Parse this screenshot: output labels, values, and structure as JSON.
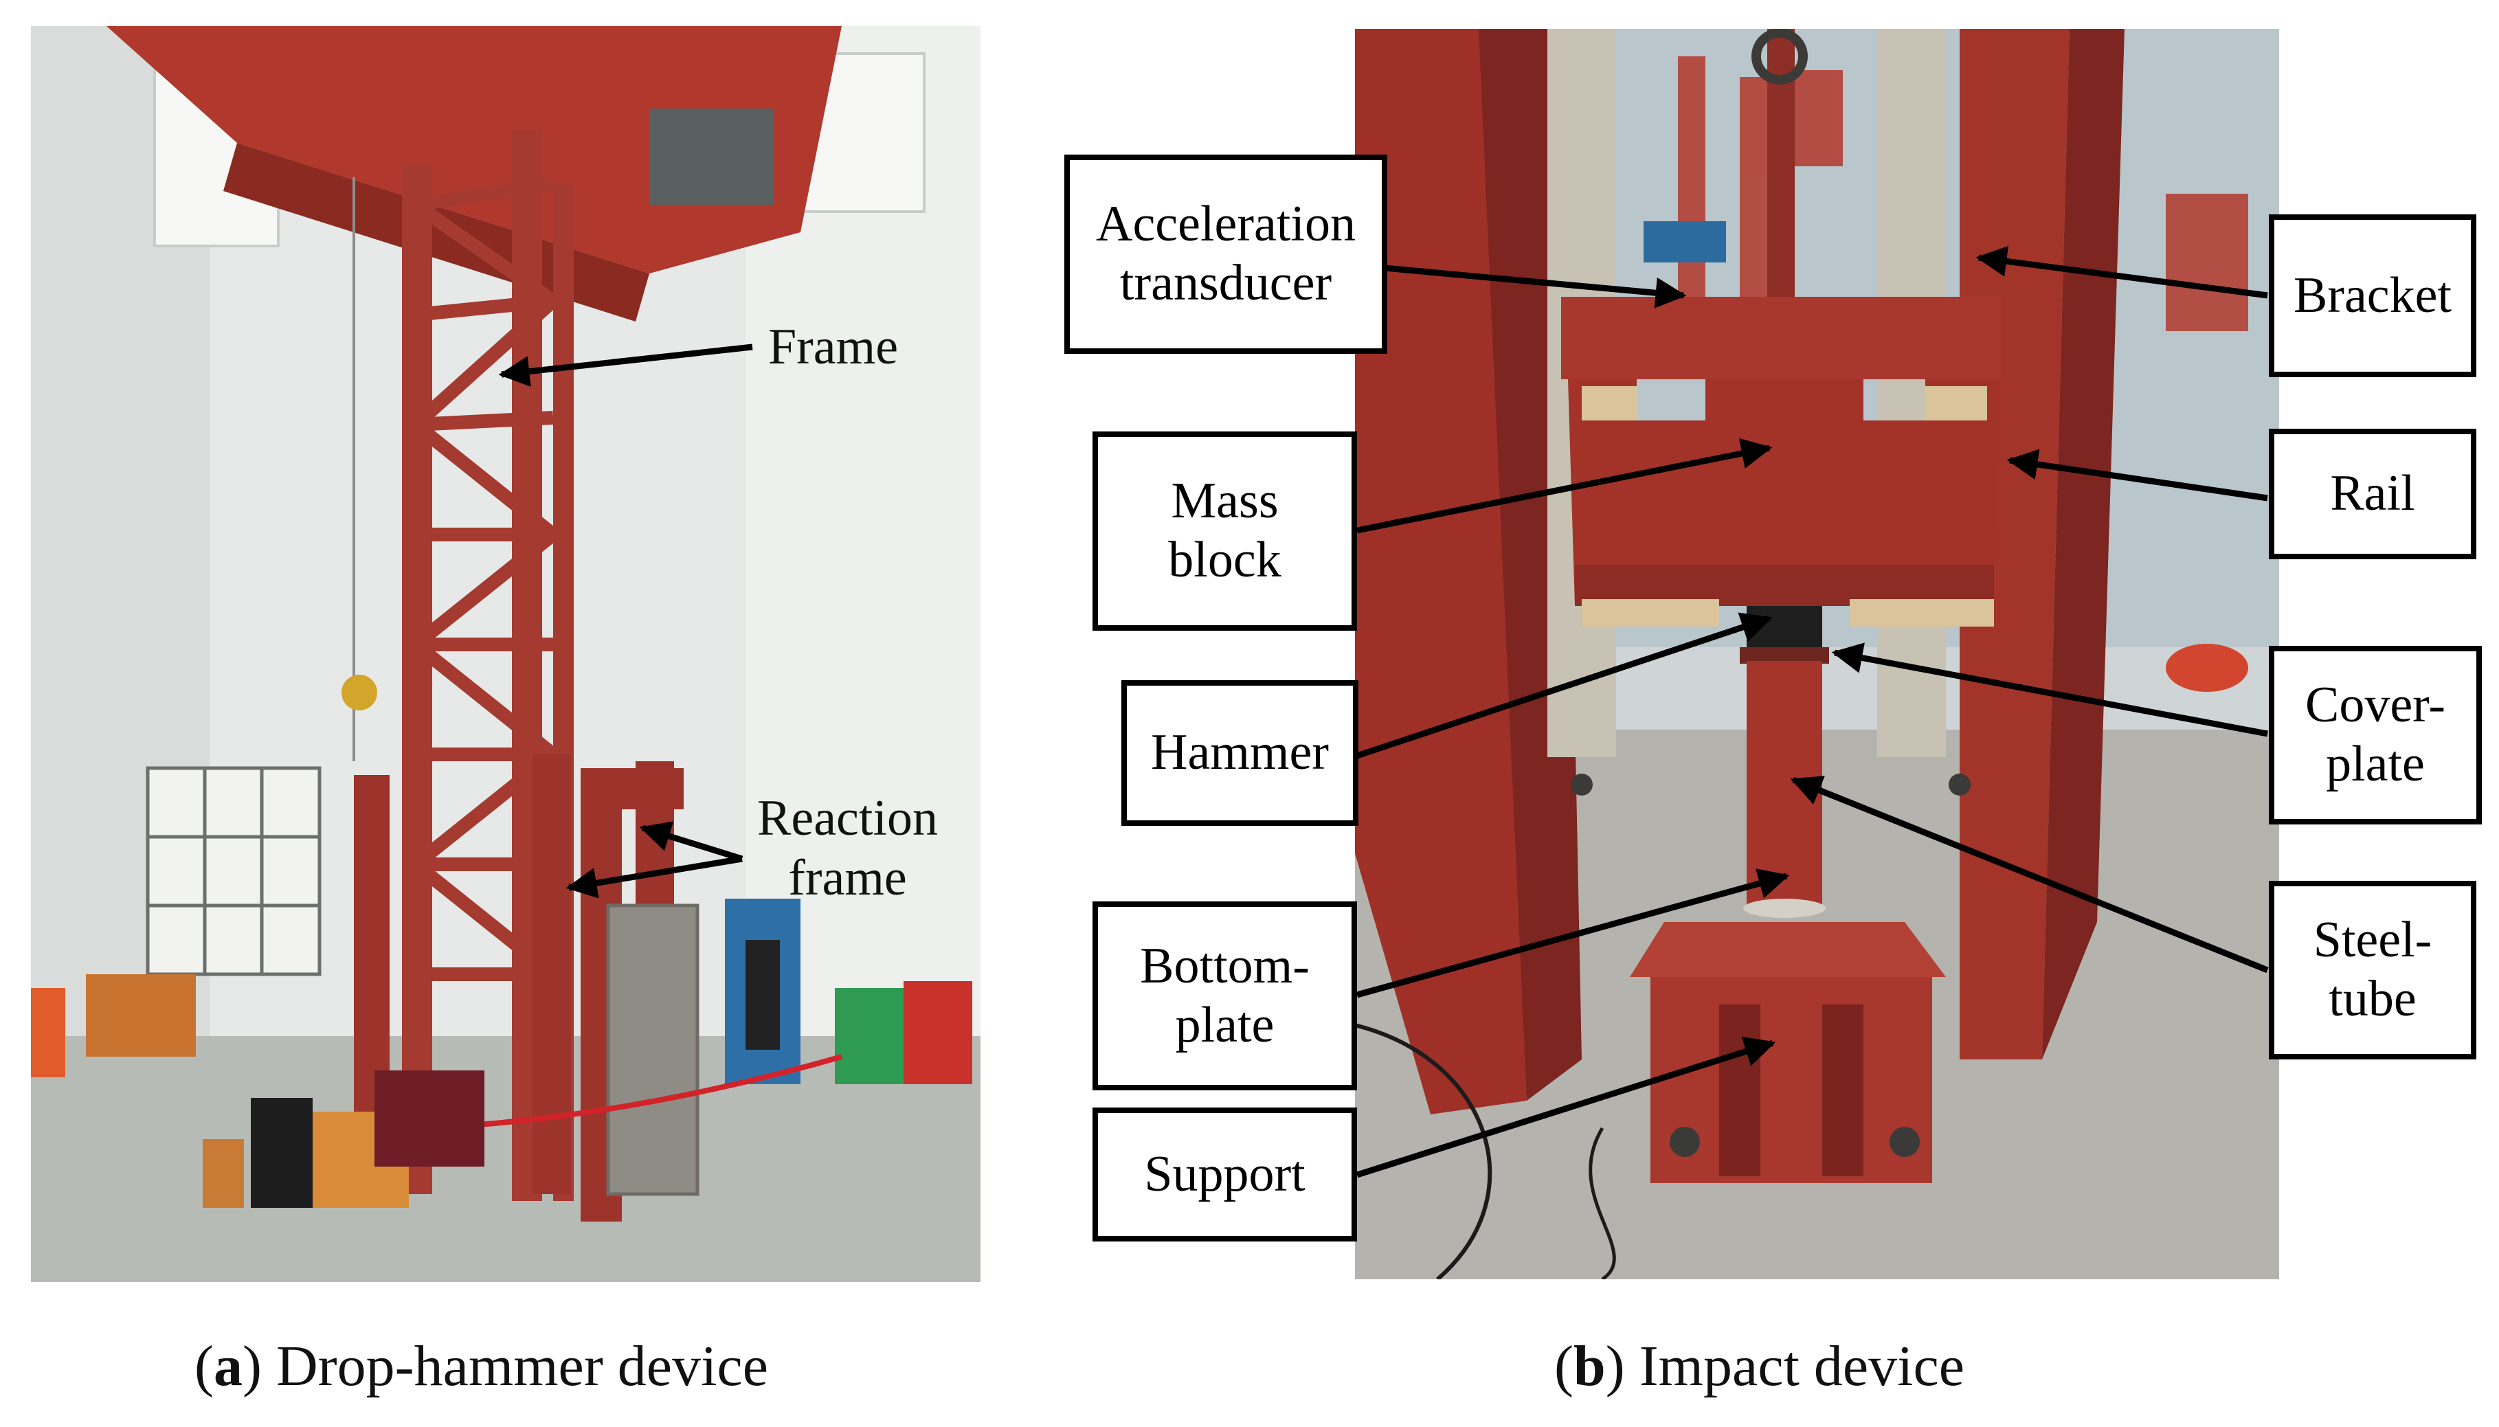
{
  "panel_a": {
    "labels": {
      "frame": "Frame",
      "reaction_frame": [
        "Reaction",
        "frame"
      ]
    },
    "caption": {
      "letter": "a",
      "text": "Drop-hammer device"
    }
  },
  "panel_b": {
    "labels": {
      "acceleration_transducer": [
        "Acceleration",
        "transducer"
      ],
      "mass_block": [
        "Mass",
        "block"
      ],
      "hammer": [
        "Hammer"
      ],
      "bottom_plate": [
        "Bottom-",
        "plate"
      ],
      "support": [
        "Support"
      ],
      "bracket": [
        "Bracket"
      ],
      "rail": [
        "Rail"
      ],
      "cover_plate": [
        "Cover-",
        "plate"
      ],
      "steel_tube": [
        "Steel-",
        "tube"
      ]
    },
    "caption": {
      "letter": "b",
      "text": "Impact device"
    }
  },
  "colors": {
    "steel_red": "#a83a32",
    "steel_red_dark": "#7d2721",
    "wall": "#e9ecea",
    "floor": "#b9bcb8",
    "label_border": "#000000"
  }
}
